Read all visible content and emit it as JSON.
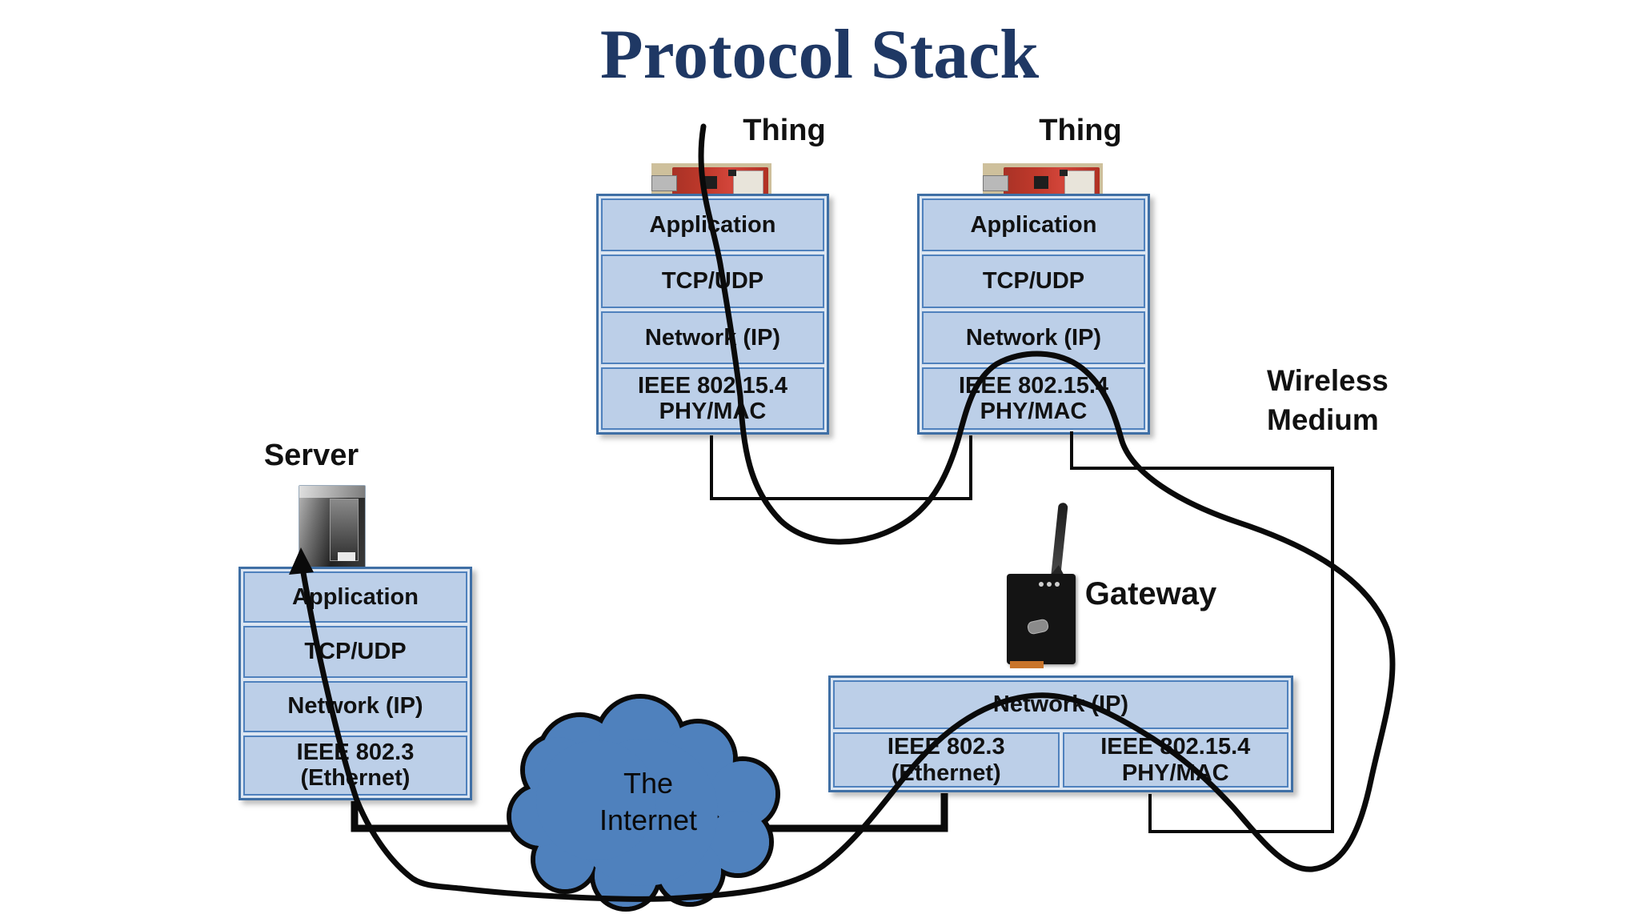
{
  "title": "Protocol Stack",
  "labels": {
    "thing1": "Thing",
    "thing2": "Thing",
    "server": "Server",
    "gateway": "Gateway",
    "wireless_medium": "Wireless\nMedium",
    "internet_cloud": "The\nInternet"
  },
  "stacks": {
    "thing1": {
      "layers": [
        "Application",
        "TCP/UDP",
        "Network (IP)",
        "IEEE 802.15.4\nPHY/MAC"
      ]
    },
    "thing2": {
      "layers": [
        "Application",
        "TCP/UDP",
        "Network (IP)",
        "IEEE 802.15.4\nPHY/MAC"
      ]
    },
    "server": {
      "layers": [
        "Application",
        "TCP/UDP",
        "Network (IP)",
        "IEEE 802.3\n(Ethernet)"
      ]
    },
    "gateway": {
      "network_layer": "Network (IP)",
      "link_layers": [
        "IEEE 802.3\n(Ethernet)",
        "IEEE 802.15.4\nPHY/MAC"
      ]
    }
  },
  "colors": {
    "title": "#1F3864",
    "layer_fill": "#BCCFE8",
    "layer_border": "#4F81BD",
    "cloud_fill": "#4F81BD",
    "line": "#0A0A0A"
  }
}
